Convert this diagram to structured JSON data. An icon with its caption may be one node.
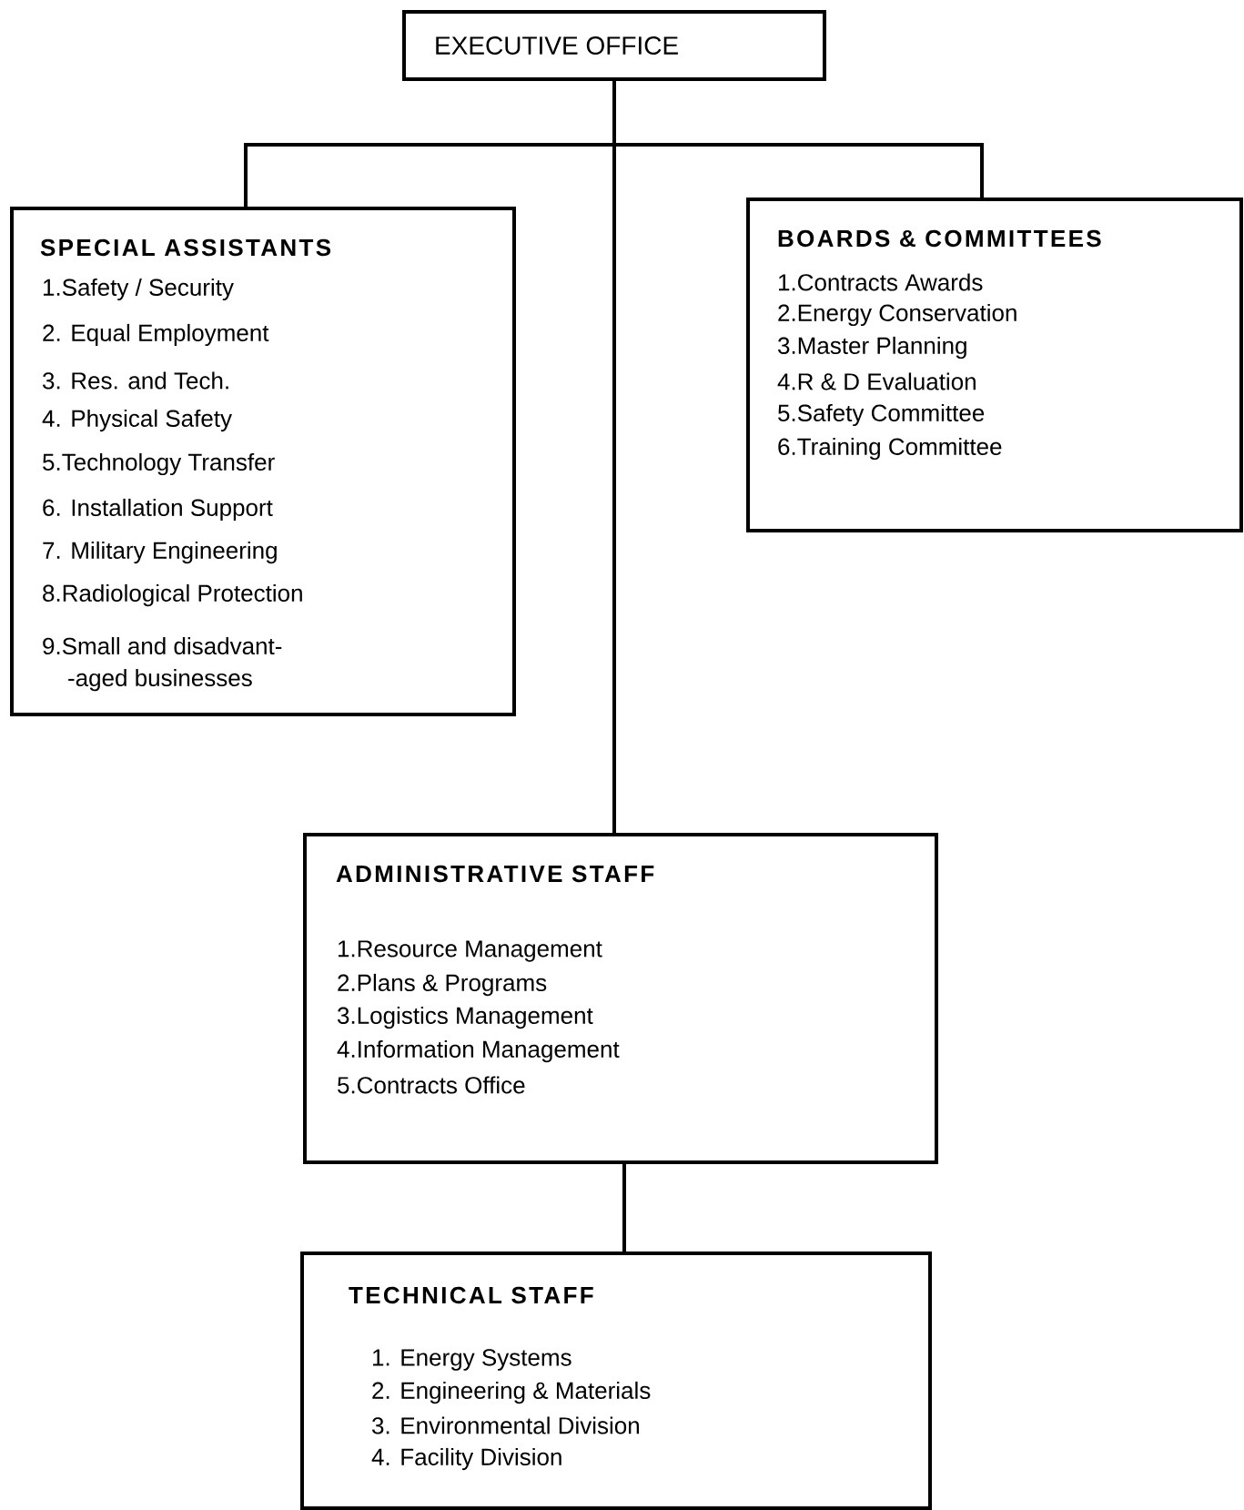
{
  "diagram": {
    "nodes": [
      {
        "text": [
          "EXECUTIVE OFFICE"
        ]
      },
      {
        "text": [
          "SPECIAL ASSISTANTS",
          "1.Safety / Security",
          "2. Equal Employment",
          "3. Res. and Tech.",
          "4. Physical Safety",
          "5.Technology Transfer",
          "6. Installation Support",
          "7. Military Engineering",
          "8.Radiological Protection",
          "9.Small and disadvant- -aged businesses"
        ]
      },
      {
        "text": [
          "BOARDS & COMMITTEES",
          "1.Contracts Awards",
          "2.Energy Conservation",
          "3.Master Planning",
          "4.R & D Evaluation",
          "5.Safety Committee",
          "6.Training Committee"
        ]
      },
      {
        "text": [
          "ADMINISTRATIVE STAFF",
          "1.Resource Management",
          "2.Plans & Programs",
          "3.Logistics Management",
          "4.Information Management",
          "5.Contracts Office"
        ]
      },
      {
        "text": [
          "TECHNICAL STAFF",
          "1. Energy Systems",
          "2. Engineering & Materials",
          "3. Environmental Division",
          "4. Facility Division"
        ]
      }
    ],
    "edges": [
      {
        "from": 0,
        "to": 1,
        "arrow": "none"
      },
      {
        "from": 0,
        "to": 2,
        "arrow": "none"
      },
      {
        "from": 0,
        "to": 3,
        "arrow": "none"
      },
      {
        "from": 3,
        "to": 4,
        "arrow": "none"
      }
    ]
  }
}
